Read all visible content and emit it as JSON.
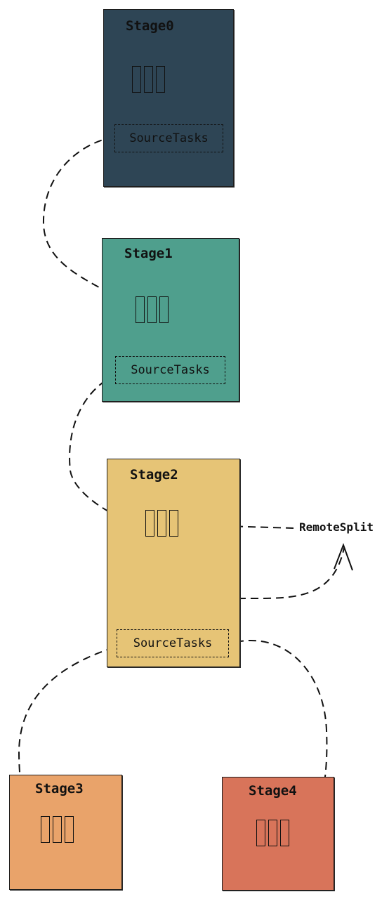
{
  "colors": {
    "stage0": "#2e4555",
    "stage1": "#4f9f8d",
    "stage2": "#e6c476",
    "stage3": "#e9a36a",
    "stage4": "#d8745a"
  },
  "stages": [
    {
      "title": "Stage0",
      "source_label": "SourceTasks"
    },
    {
      "title": "Stage1",
      "source_label": "SourceTasks"
    },
    {
      "title": "Stage2",
      "source_label": "SourceTasks"
    },
    {
      "title": "Stage3"
    },
    {
      "title": "Stage4"
    }
  ],
  "remote_split_label": "RemoteSplit"
}
